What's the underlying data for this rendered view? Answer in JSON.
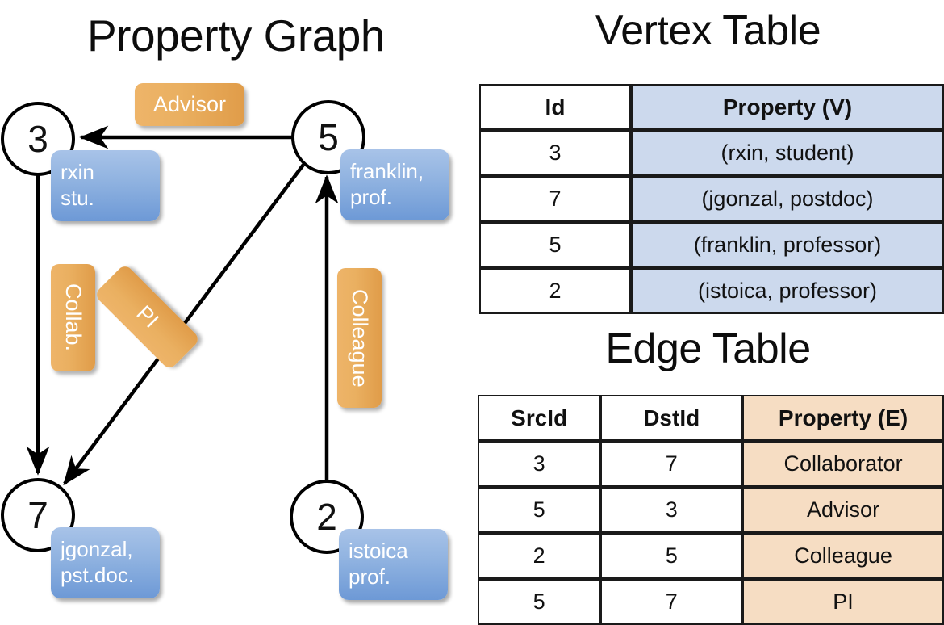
{
  "titles": {
    "property_graph": "Property Graph",
    "vertex_table": "Vertex Table",
    "edge_table": "Edge Table"
  },
  "colors": {
    "vertex_property_fill": "#ccd9ed",
    "edge_property_fill": "#f6ddc3",
    "vertex_box": "#7fa8dd",
    "edge_label_box": "#e8a busca"
  },
  "graph": {
    "nodes": [
      {
        "id": "3",
        "property_lines": [
          "rxin",
          "stu."
        ]
      },
      {
        "id": "5",
        "property_lines": [
          "franklin,",
          "prof."
        ]
      },
      {
        "id": "7",
        "property_lines": [
          "jgonzal,",
          "pst.doc."
        ]
      },
      {
        "id": "2",
        "property_lines": [
          "istoica",
          "prof."
        ]
      }
    ],
    "edge_labels": [
      {
        "name": "advisor",
        "text": "Advisor"
      },
      {
        "name": "collab",
        "text": "Collab."
      },
      {
        "name": "pi",
        "text": "PI"
      },
      {
        "name": "colleague",
        "text": "Colleague"
      }
    ]
  },
  "vertex_table": {
    "headers": [
      "Id",
      "Property (V)"
    ],
    "rows": [
      {
        "id": "3",
        "property": "(rxin, student)"
      },
      {
        "id": "7",
        "property": "(jgonzal, postdoc)"
      },
      {
        "id": "5",
        "property": "(franklin, professor)"
      },
      {
        "id": "2",
        "property": "(istoica, professor)"
      }
    ]
  },
  "edge_table": {
    "headers": [
      "SrcId",
      "DstId",
      "Property (E)"
    ],
    "rows": [
      {
        "src": "3",
        "dst": "7",
        "property": "Collaborator"
      },
      {
        "src": "5",
        "dst": "3",
        "property": "Advisor"
      },
      {
        "src": "2",
        "dst": "5",
        "property": "Colleague"
      },
      {
        "src": "5",
        "dst": "7",
        "property": "PI"
      }
    ]
  }
}
